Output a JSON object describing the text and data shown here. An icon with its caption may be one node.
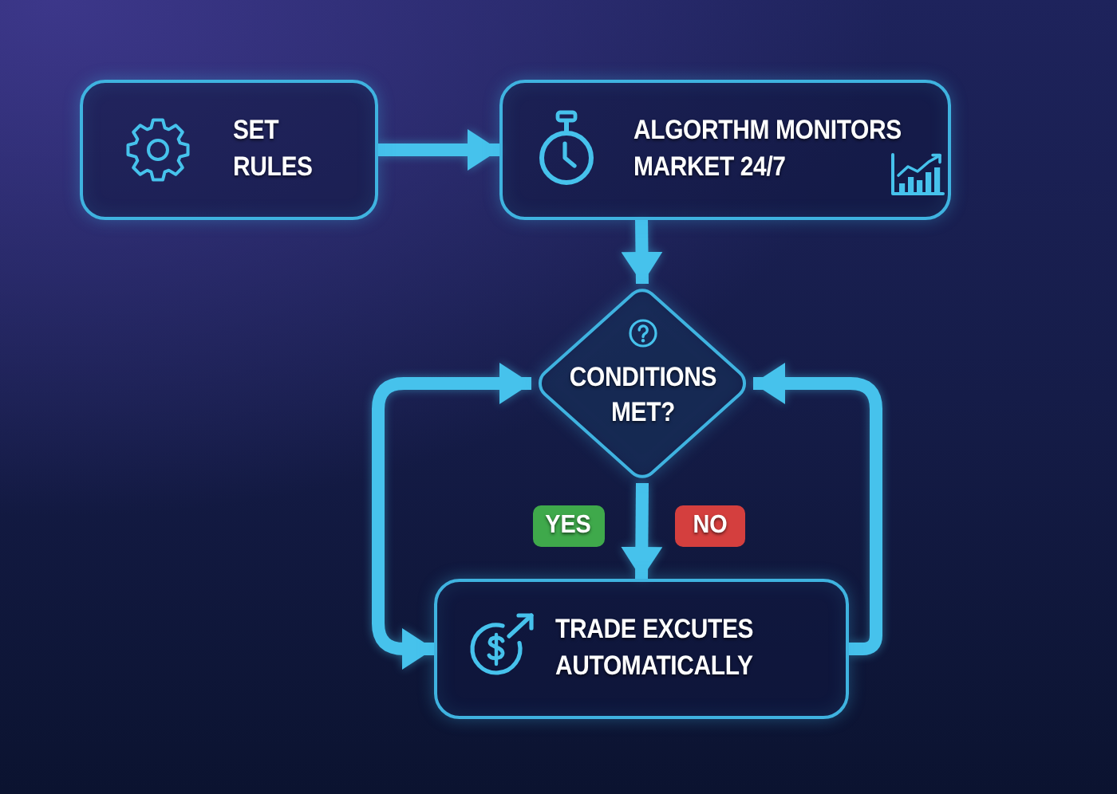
{
  "diagram": {
    "nodes": [
      {
        "text": [
          "SET RULES"
        ]
      },
      {
        "text": [
          "ALGORTHM MONITORS MARKET 24/7"
        ]
      },
      {
        "text": [
          "CONDITIONS MET?"
        ]
      },
      {
        "text": [
          "YES"
        ]
      },
      {
        "text": [
          "NO"
        ]
      },
      {
        "text": [
          "TRADE EXCUTES AUTOMATICALLY"
        ]
      }
    ],
    "edges": [
      {
        "from": 0,
        "to": 1,
        "arrow": "to"
      },
      {
        "from": 1,
        "to": 2,
        "arrow": "to"
      },
      {
        "from": 2,
        "to": 5,
        "arrow": "to"
      },
      {
        "from": 2,
        "to": 5,
        "arrow": "both"
      },
      {
        "from": 5,
        "to": 2,
        "arrow": "to"
      }
    ]
  }
}
